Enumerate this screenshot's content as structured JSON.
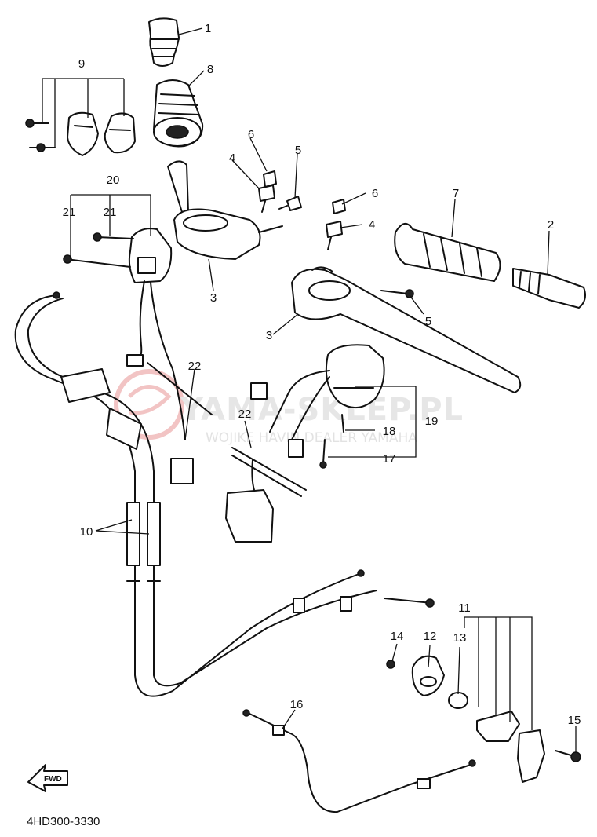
{
  "watermark": {
    "main_text": "YAMA-SKLEP.PL",
    "sub_text": "WOJIKE HAVIN DEALER YAMAHA"
  },
  "diagram": {
    "code": "4HD300-3330",
    "direction_label": "FWD"
  },
  "callouts": [
    "1",
    "2",
    "3",
    "3",
    "4",
    "4",
    "5",
    "5",
    "6",
    "6",
    "7",
    "8",
    "9",
    "10",
    "11",
    "12",
    "13",
    "14",
    "15",
    "16",
    "17",
    "18",
    "19",
    "20",
    "21",
    "21",
    "22",
    "22"
  ]
}
